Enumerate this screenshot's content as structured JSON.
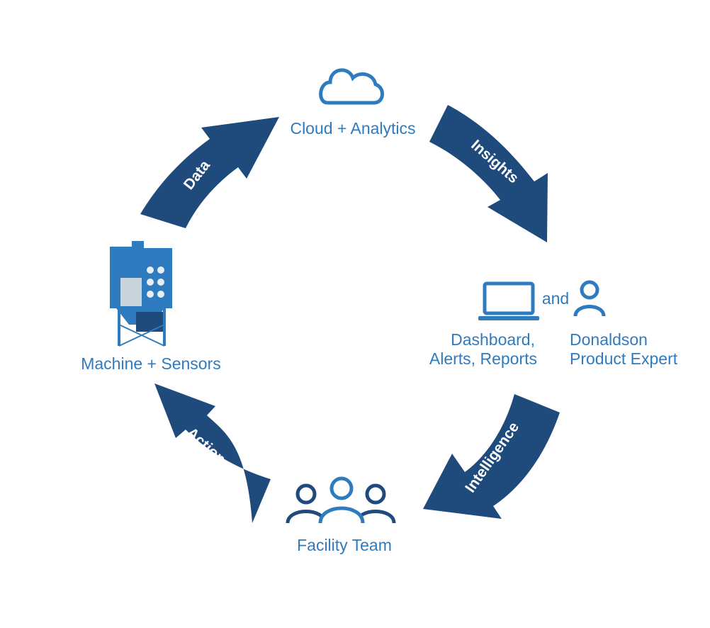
{
  "nodes": {
    "cloud": {
      "label": "Cloud + Analytics",
      "icon": "cloud-icon"
    },
    "dashboard": {
      "line1": "Dashboard,",
      "line2": "Alerts, Reports",
      "icon": "laptop-icon"
    },
    "connector": {
      "label": "and"
    },
    "expert": {
      "line1": "Donaldson",
      "line2": "Product Expert",
      "icon": "person-icon"
    },
    "team": {
      "label": "Facility Team",
      "icon": "people-group-icon"
    },
    "machine": {
      "label": "Machine + Sensors",
      "icon": "dust-collector-icon"
    }
  },
  "arrows": {
    "data": "Data",
    "insights": "Insights",
    "intelligence": "Intelligence",
    "actions": "Actions"
  },
  "colors": {
    "arrow": "#1e4a7c",
    "icon_text": "#2f7bbf",
    "background": "#ffffff"
  }
}
